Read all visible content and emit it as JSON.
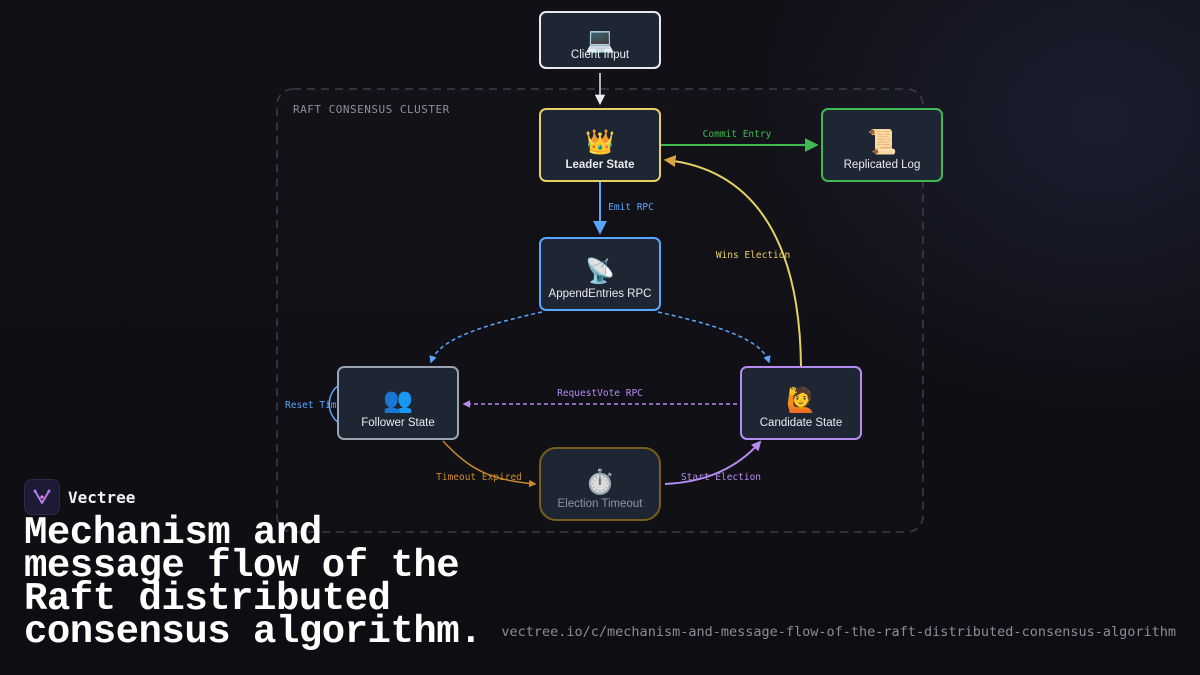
{
  "cluster": {
    "label": "RAFT CONSENSUS CLUSTER"
  },
  "nodes": {
    "client": {
      "icon": "💻",
      "icon_name": "laptop-icon",
      "label": "Client Input",
      "color": "#e8e8ee"
    },
    "leader": {
      "icon": "👑",
      "icon_name": "crown-icon",
      "label": "Leader State",
      "color": "#e6d063"
    },
    "log": {
      "icon": "📜",
      "icon_name": "scroll-icon",
      "label": "Replicated Log",
      "color": "#3fb950"
    },
    "append": {
      "icon": "📡",
      "icon_name": "satellite-antenna-icon",
      "label": "AppendEntries RPC",
      "color": "#58a6ff"
    },
    "follower": {
      "icon": "👥",
      "icon_name": "people-icon",
      "label": "Follower State",
      "color": "#9aa3b2"
    },
    "candidate": {
      "icon": "🙋",
      "icon_name": "raising-hand-icon",
      "label": "Candidate State",
      "color": "#b58cf0"
    },
    "timeout": {
      "icon": "⏱️",
      "icon_name": "stopwatch-icon",
      "label": "Election Timeout",
      "color": "#a0781f"
    }
  },
  "edges": {
    "commit_entry": {
      "label": "Commit Entry",
      "color": "#3fb950"
    },
    "emit_rpc": {
      "label": "Emit RPC",
      "color": "#58a6ff"
    },
    "wins_election": {
      "label": "Wins Election",
      "color": "#e6d063"
    },
    "request_vote": {
      "label": "RequestVote RPC",
      "color": "#b58cf0"
    },
    "reset_timer": {
      "label": "Reset Timer",
      "color": "#58a6ff"
    },
    "timeout_expired": {
      "label": "Timeout Expired",
      "color": "#c98b2a"
    },
    "start_election": {
      "label": "Start Election",
      "color": "#b58cf0"
    }
  },
  "brand": {
    "name": "Vectree",
    "logo_icon": "vectree-logo-icon"
  },
  "headline": "Mechanism and message flow of the Raft distributed consensus algorithm.",
  "url": "vectree.io/c/mechanism-and-message-flow-of-the-raft-distributed-consensus-algorithm"
}
